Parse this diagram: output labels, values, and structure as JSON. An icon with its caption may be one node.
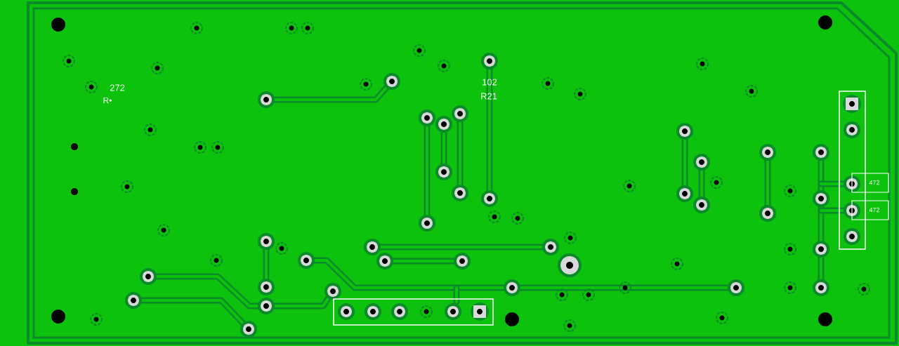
{
  "diagram": {
    "labels": [
      "272",
      "R•",
      "102",
      "R21",
      "472",
      "472"
    ]
  }
}
